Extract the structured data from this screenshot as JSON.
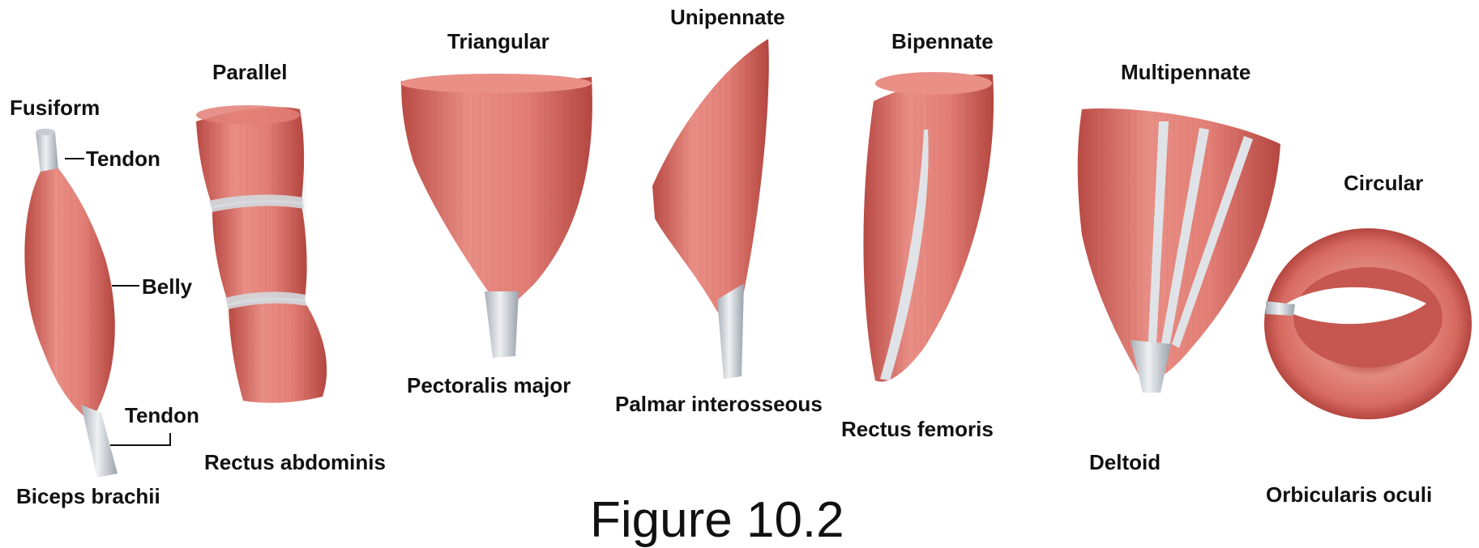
{
  "types": {
    "fusiform": "Fusiform",
    "parallel": "Parallel",
    "triangular": "Triangular",
    "unipennate": "Unipennate",
    "bipennate": "Bipennate",
    "multipennate": "Multipennate",
    "circular": "Circular"
  },
  "parts": {
    "tendon_top": "Tendon",
    "belly": "Belly",
    "tendon_bottom": "Tendon"
  },
  "examples": {
    "fusiform": "Biceps brachii",
    "parallel": "Rectus abdominis",
    "triangular": "Pectoralis major",
    "unipennate": "Palmar interosseous",
    "bipennate": "Rectus femoris",
    "multipennate": "Deltoid",
    "circular": "Orbicularis oculi"
  },
  "caption": "Figure 10.2",
  "colors": {
    "muscle_light": "#e98f86",
    "muscle_mid": "#d9675f",
    "muscle_dark": "#b94a44",
    "tendon": "#d9dde2",
    "tendon_shade": "#a9b0b8"
  }
}
